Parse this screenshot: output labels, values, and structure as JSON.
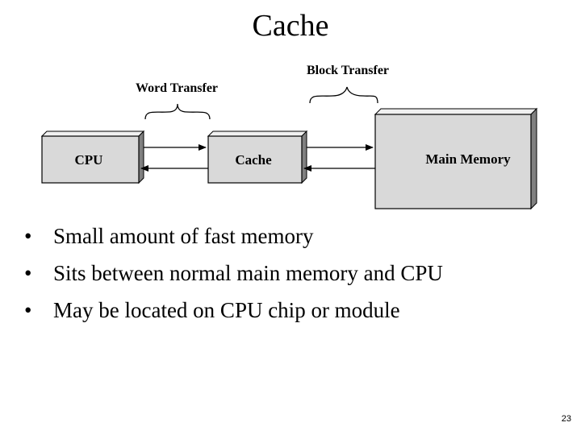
{
  "slide": {
    "title": "Cache",
    "page_number": "23"
  },
  "diagram": {
    "labels": {
      "word_transfer": "Word Transfer",
      "block_transfer": "Block Transfer"
    },
    "boxes": {
      "cpu": "CPU",
      "cache": "Cache",
      "main_memory": "Main Memory"
    },
    "colors": {
      "box_fill": "#d9d9d9",
      "box_shadow": "#808080",
      "outline": "#000000"
    }
  },
  "bullets": [
    {
      "bullet": "•",
      "text": "Small amount of fast memory"
    },
    {
      "bullet": "•",
      "text": "Sits between normal main memory and CPU"
    },
    {
      "bullet": "•",
      "text": "May be located on CPU chip or module"
    }
  ]
}
